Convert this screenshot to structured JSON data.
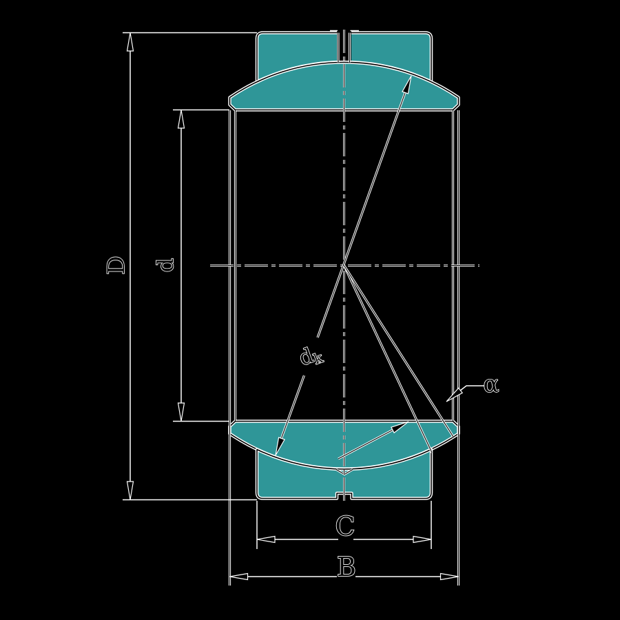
{
  "drawing": {
    "description": "spherical-plain-bearing-cross-section",
    "colors": {
      "background": "#000000",
      "part": "#2F9698",
      "line": "#FFFFFF",
      "edge": "#000000"
    },
    "labels": {
      "outer_diameter": "D",
      "bore_diameter": "d",
      "sphere_diameter_main": "d",
      "sphere_diameter_sub": "k",
      "tilt_angle": "α",
      "outer_ring_width": "C",
      "inner_ring_width": "B"
    }
  }
}
